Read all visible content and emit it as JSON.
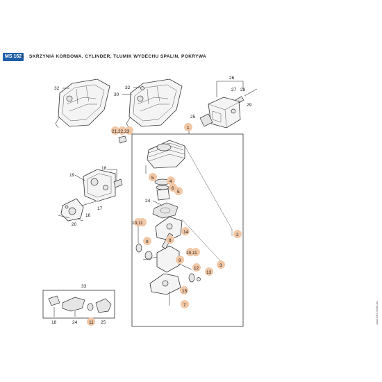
{
  "header": {
    "model": "MS 162",
    "separator": ">",
    "title": "Skrzynia korbowa, cylinder, tłumik wydechu spalin, pokrywa"
  },
  "colors": {
    "badge": "#1e5fa8",
    "highlight": "#f2c7a6"
  },
  "drawing_code": "1148-GET-0946-A0",
  "labels": {
    "l32a": "32",
    "l30": "30",
    "l32b": "32",
    "l26": "26",
    "l27": "27",
    "l28": "28",
    "l29": "29",
    "l25": "25",
    "l21": "21,22,23",
    "l1": "1",
    "l18a": "18",
    "l19": "19",
    "l17": "17",
    "l16": "16",
    "l20": "20",
    "l5a": "5",
    "l4": "4",
    "l6": "6",
    "l5b": "5",
    "l24a": "24",
    "l1011a": "10,11",
    "l14": "14",
    "l2": "2",
    "l9a": "9",
    "l8": "8",
    "l1011b": "10,11",
    "l9b": "9",
    "l12": "12",
    "l13": "13",
    "l3": "3",
    "l15": "15",
    "l7": "7",
    "l33": "33",
    "l18b": "18",
    "l24b": "24",
    "l11": "11",
    "l25b": "25"
  }
}
